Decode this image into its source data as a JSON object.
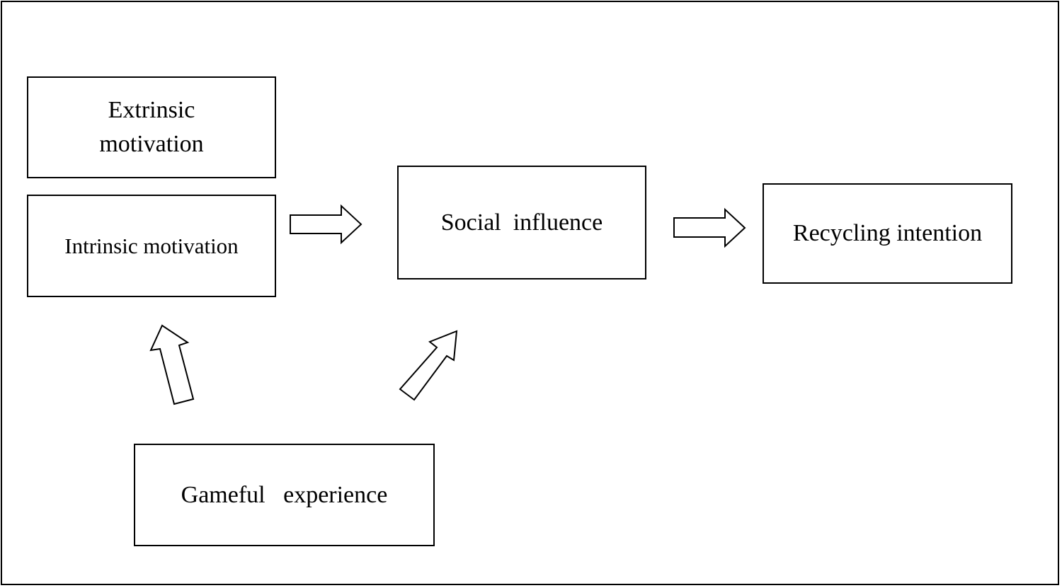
{
  "nodes": {
    "extrinsic": "Extrinsic\nmotivation",
    "intrinsic": "Intrinsic motivation",
    "social": "Social  influence",
    "recycling": "Recycling intention",
    "gameful": "Gameful   experience"
  },
  "edges": [
    {
      "from": "intrinsic",
      "to": "social"
    },
    {
      "from": "social",
      "to": "recycling"
    },
    {
      "from": "gameful",
      "to": "intrinsic"
    },
    {
      "from": "gameful",
      "to": "social"
    }
  ],
  "arrow_style": "hollow block arrow"
}
